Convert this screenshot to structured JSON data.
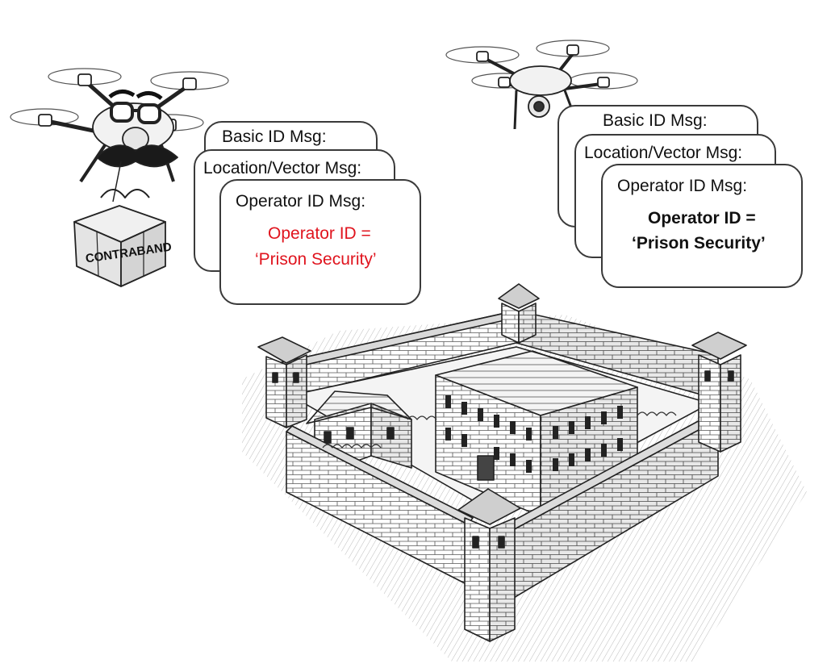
{
  "left_stack": {
    "basic_id": "Basic ID Msg:",
    "location_vector": "Location/Vector Msg:",
    "operator_id": "Operator ID Msg:",
    "operator_value_line1": "Operator ID =",
    "operator_value_line2": "‘Prison Security’",
    "value_color": "#e0141e"
  },
  "right_stack": {
    "basic_id": "Basic ID Msg:",
    "location_vector": "Location/Vector Msg:",
    "operator_id": "Operator ID Msg:",
    "operator_value_line1": "Operator ID =",
    "operator_value_line2": "‘Prison Security’",
    "value_color": "#111111"
  },
  "package_label": "CONTRABAND"
}
